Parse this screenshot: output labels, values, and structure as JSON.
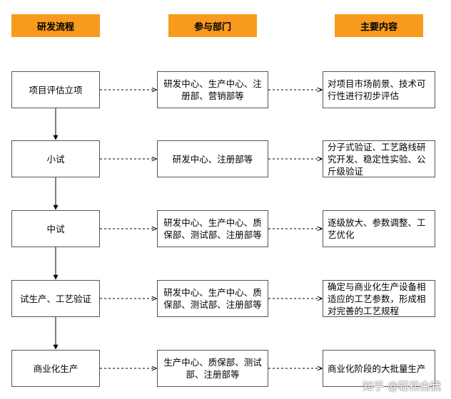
{
  "headers": {
    "stage": "研发流程",
    "dept": "参与部门",
    "content": "主要内容"
  },
  "rows": [
    {
      "stage": "项目评估立项",
      "dept": "研发中心、生产中心、注册部、营销部等",
      "content": "对项目市场前景、技术可行性进行初步评估"
    },
    {
      "stage": "小试",
      "dept": "研发中心、注册部等",
      "content": "分子式验证、工艺路线研究开发、稳定性实验、公斤级验证"
    },
    {
      "stage": "中试",
      "dept": "研发中心、生产中心、质保部、测试部、注册部等",
      "content": "逐级放大、参数调整、工艺优化"
    },
    {
      "stage": "试生产、工艺验证",
      "dept": "研发中心、生产中心、质保部、测试部、注册部等",
      "content": "确定与商业化生产设备相适应的工艺参数，形成相对完善的工艺规程"
    },
    {
      "stage": "商业化生产",
      "dept": "生产中心、质保部、测试部、注册部等",
      "content": "商业化阶段的大批量生产"
    }
  ],
  "watermark": "知乎 @轻松由我",
  "colors": {
    "header_bg": "#f79a1e",
    "border": "#555555"
  }
}
